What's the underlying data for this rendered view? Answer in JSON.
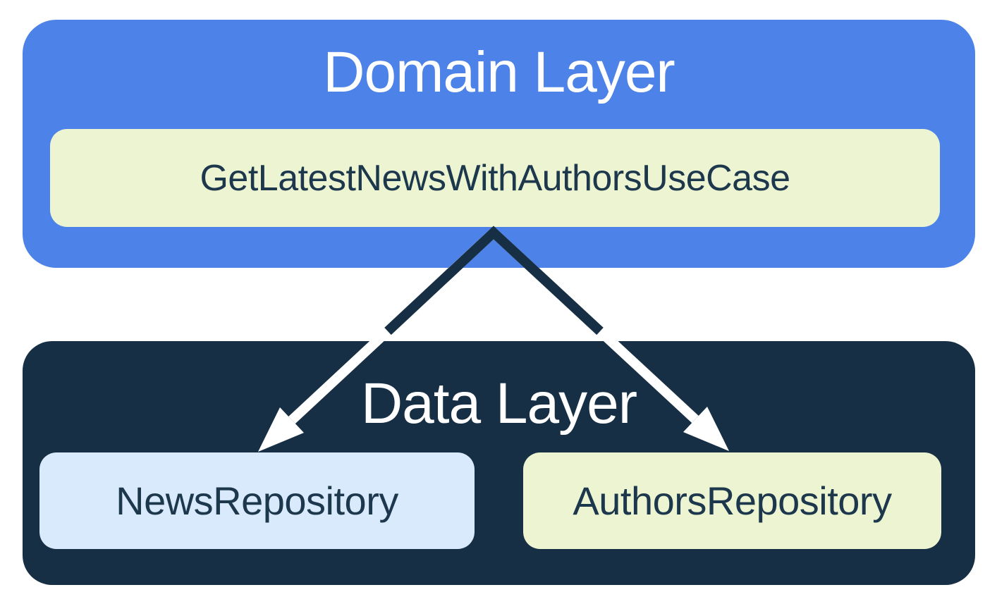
{
  "diagram": {
    "domain_layer": {
      "title": "Domain Layer",
      "use_case": {
        "label": "GetLatestNewsWithAuthorsUseCase"
      }
    },
    "data_layer": {
      "title": "Data Layer",
      "repositories": [
        {
          "label": "NewsRepository"
        },
        {
          "label": "AuthorsRepository"
        }
      ]
    },
    "colors": {
      "domain_layer_bg": "#4d82e8",
      "data_layer_bg": "#172f45",
      "use_case_bg": "#edf4d1",
      "news_repository_bg": "#d9eafc",
      "authors_repository_bg": "#edf4d1",
      "title_text": "#ffffff",
      "node_text": "#1d384d",
      "arrow_dark": "#172f45",
      "arrow_light": "#ffffff"
    }
  }
}
